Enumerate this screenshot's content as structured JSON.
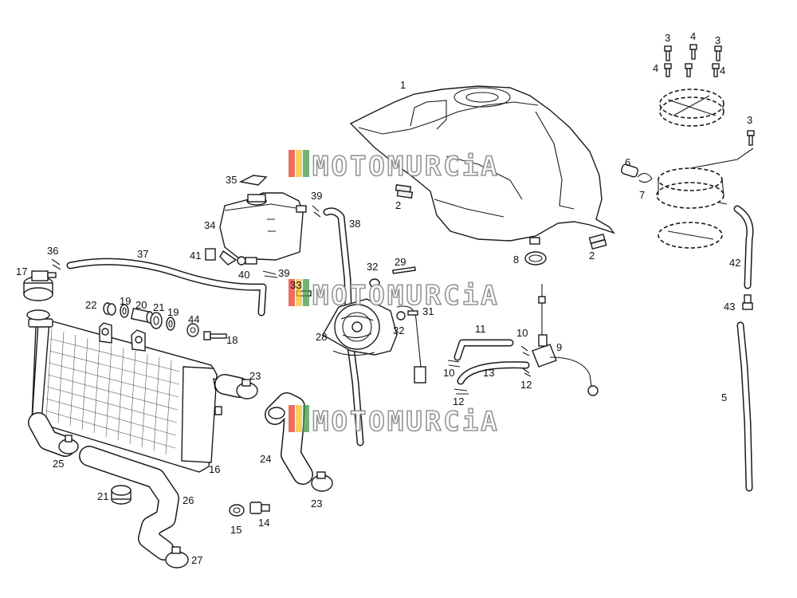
{
  "watermark": {
    "text": "MOTOMURCiA",
    "colors": [
      "#e63b2e",
      "#f2c12e",
      "#3f9a45"
    ]
  },
  "callouts": {
    "c1": "1",
    "c2a": "2",
    "c2b": "2",
    "c3a": "3",
    "c3b": "3",
    "c3c": "3",
    "c4a": "4",
    "c4b": "4",
    "c4c": "4",
    "c5": "5",
    "c6": "6",
    "c7": "7",
    "c8": "8",
    "c9": "9",
    "c10a": "10",
    "c10b": "10",
    "c11": "11",
    "c12a": "12",
    "c12b": "12",
    "c13": "13",
    "c14": "14",
    "c15": "15",
    "c16": "16",
    "c17": "17",
    "c18": "18",
    "c19a": "19",
    "c19b": "19",
    "c20": "20",
    "c21a": "21",
    "c21b": "21",
    "c22": "22",
    "c23a": "23",
    "c23b": "23",
    "c24": "24",
    "c25": "25",
    "c26": "26",
    "c27": "27",
    "c28": "28",
    "c29": "29",
    "c31": "31",
    "c32a": "32",
    "c32b": "32",
    "c33": "33",
    "c34": "34",
    "c35": "35",
    "c36": "36",
    "c37": "37",
    "c38": "38",
    "c39a": "39",
    "c39b": "39",
    "c40": "40",
    "c41": "41",
    "c42": "42",
    "c43": "43",
    "c44": "44"
  }
}
